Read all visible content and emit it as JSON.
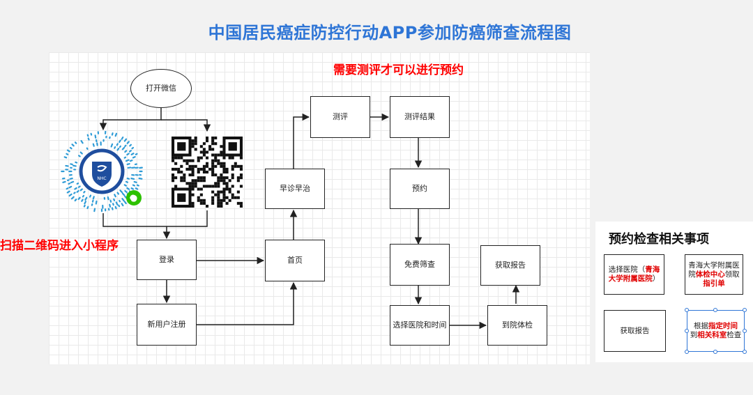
{
  "title": "中国居民癌症防控行动APP参加防癌筛查流程图",
  "notes": {
    "assessment_required": "需要测评才可以进行预约",
    "scan_qr": "扫描二维码进入小程序"
  },
  "flow": {
    "open_wechat": "打开微信",
    "login": "登录",
    "new_user_register": "新用户注册",
    "home": "首页",
    "early_diagnosis": "早诊早治",
    "assessment": "测评",
    "assessment_result": "测评结果",
    "appointment": "预约",
    "free_screening": "免费筛查",
    "choose_hospital_time": "选择医院和时间",
    "go_to_hospital": "到院体检",
    "get_report": "获取报告"
  },
  "mini_program_logo_text": "NHC",
  "panel": {
    "title": "预约检查相关事项",
    "step1_prefix": "选择医院（",
    "step1_highlight": "青海大学附属医院",
    "step1_suffix": "）",
    "step2_a": "青海大学附属医院",
    "step2_b": "体检中心",
    "step2_c": "领取",
    "step2_d": "指引单",
    "step3_a": "根据",
    "step3_b": "指定时间",
    "step3_c": "到",
    "step3_d": "相关科室",
    "step3_e": "检查",
    "step4": "获取报告"
  },
  "colors": {
    "title_blue": "#2e75d6",
    "note_red": "#ff0000",
    "qr_logo_blue": "#1f4e9e",
    "wechat_green": "#2dc100"
  }
}
